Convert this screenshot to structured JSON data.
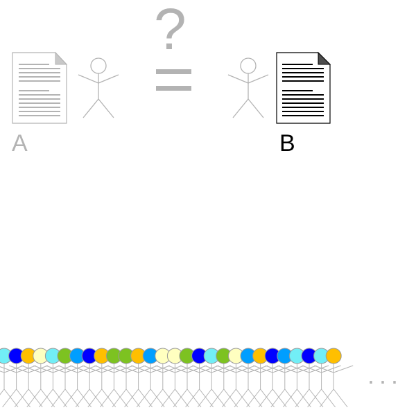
{
  "labels": {
    "doc_a": "A",
    "doc_b": "B",
    "question": "?",
    "ellipsis": "..."
  },
  "icons": {
    "doc_a": "document-icon",
    "doc_b": "document-icon",
    "person_a": "stick-figure-icon",
    "person_b": "stick-figure-icon",
    "equals": "equals-sign-icon",
    "crowd": "crowd-of-stick-figures"
  },
  "colors": {
    "faded": "#b3b3b3",
    "active": "#000000",
    "crowd_heads": [
      "#72eef6",
      "#0000ff",
      "#ffbf00",
      "#ffffc0",
      "#7dc221",
      "#009eff"
    ]
  },
  "crowd": {
    "head_colors": [
      "#72eef6",
      "#0000ff",
      "#ffbf00",
      "#ffffc0",
      "#72eef6",
      "#7dc221",
      "#009eff",
      "#0000ff",
      "#ffbf00",
      "#7dc221",
      "#7dc221",
      "#ffbf00",
      "#009eff",
      "#ffffc0",
      "#ffffc0",
      "#7dc221",
      "#0000ff",
      "#72eef6",
      "#7dc221",
      "#ffffc0",
      "#009eff",
      "#ffbf00",
      "#0000ff",
      "#009eff",
      "#72eef6",
      "#0000ff",
      "#72eef6",
      "#ffbf00"
    ]
  }
}
